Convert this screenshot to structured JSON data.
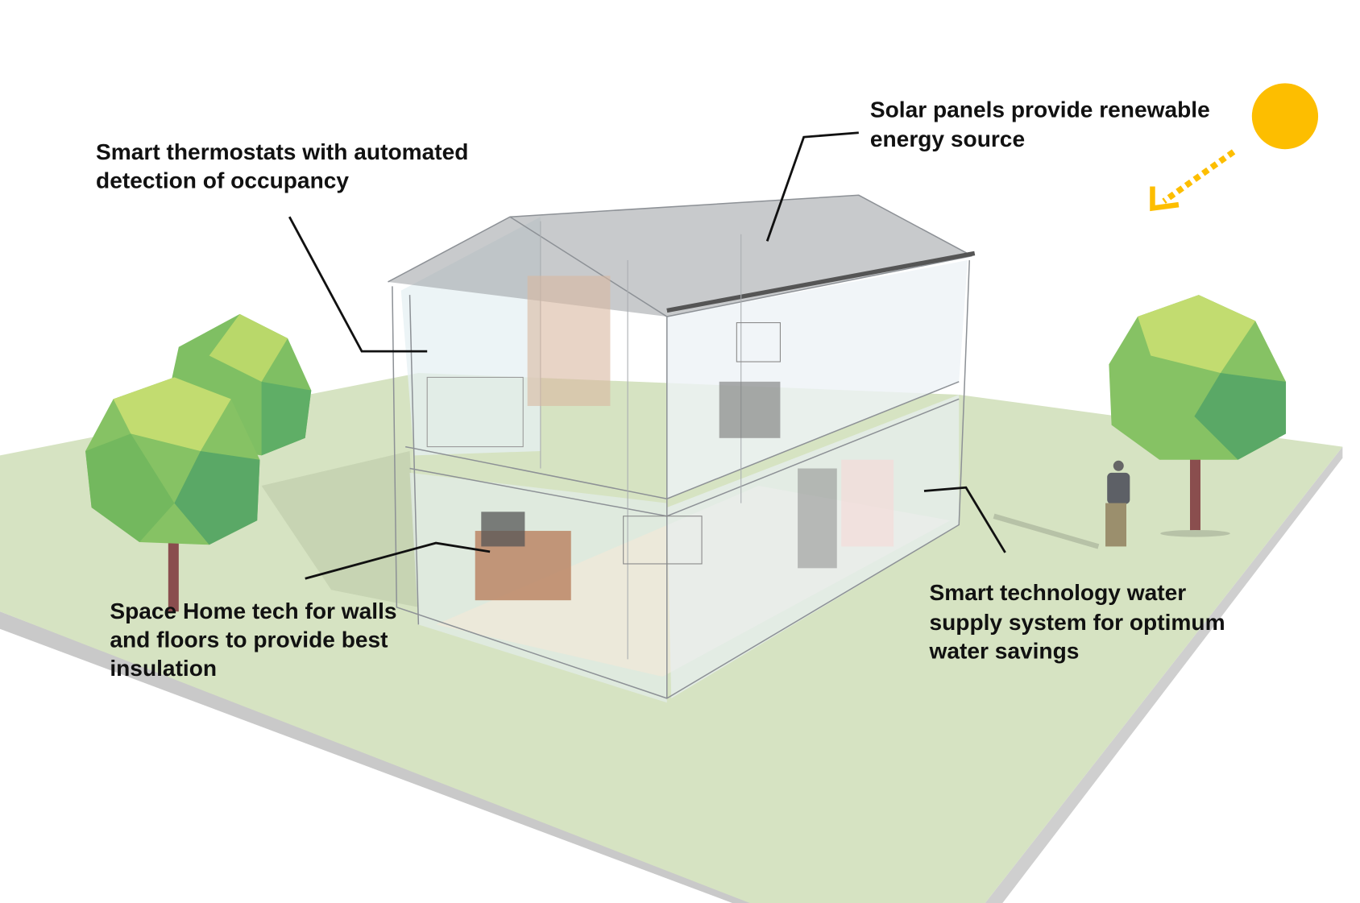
{
  "labels": {
    "thermostat": [
      "Smart thermostats with automated",
      "detection of occupancy"
    ],
    "solar": [
      "Solar panels provide renewable",
      "energy source"
    ],
    "insulation": [
      "Space Home tech for walls",
      "and floors to provide best",
      "insulation"
    ],
    "water": [
      "Smart technology water",
      "supply system for optimum",
      "water savings"
    ]
  },
  "colors": {
    "sun": "#FDBE00",
    "grass": "#D6E3C2",
    "ground_edge": "#C9C9C9",
    "tree_light": "#B9D86A",
    "tree_dark": "#5FAE66",
    "trunk": "#8A4E4E"
  }
}
